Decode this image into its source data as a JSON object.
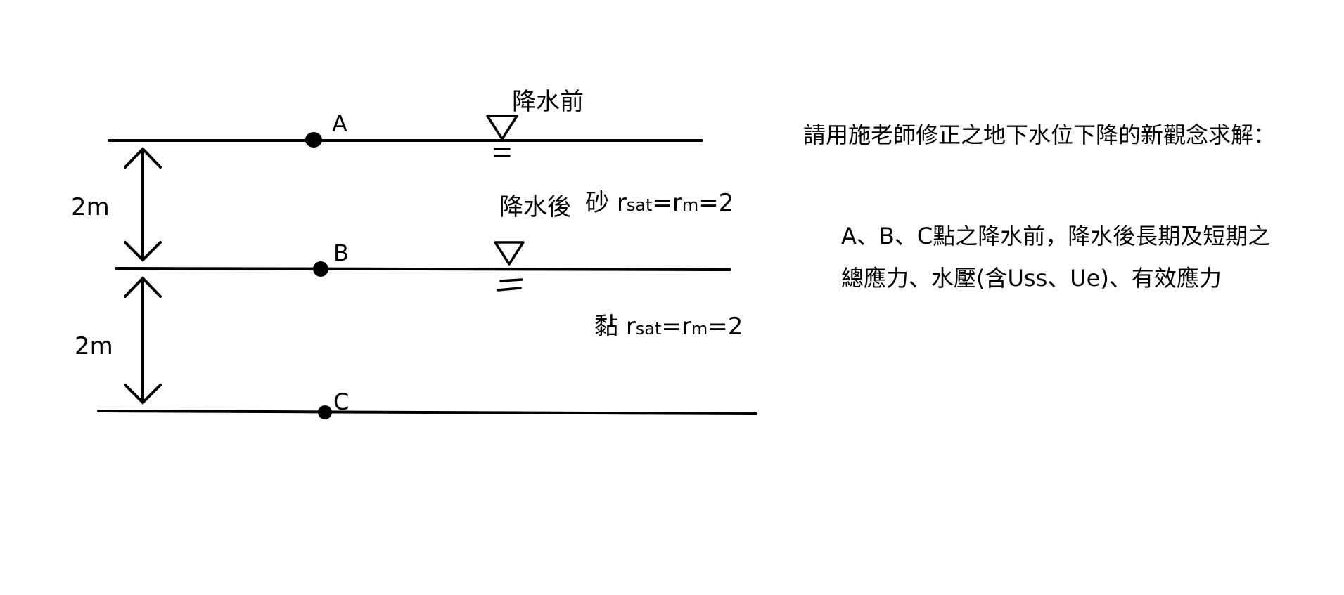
{
  "points": {
    "a": "A",
    "b": "B",
    "c": "C"
  },
  "thickness": {
    "upper": "2m",
    "lower": "2m"
  },
  "water_table": {
    "before": "降水前",
    "after": "降水後"
  },
  "layers": {
    "sand": {
      "name": "砂",
      "r": "r",
      "sat": "sat",
      "eq1": "=",
      "r2": "r",
      "m": "m",
      "eq2": "=2"
    },
    "clay": {
      "name": "黏",
      "r": "r",
      "sat": "sat",
      "eq1": "=",
      "r2": "r",
      "m": "m",
      "eq2": "=2"
    }
  },
  "question": {
    "title": "請用施老師修正之地下水位下降的新觀念求解：",
    "body": "A、B、C點之降水前，降水後長期及短期之總應力、水壓(含Uss、Ue)、有效應力"
  },
  "colors": {
    "ink": "#000000",
    "background": "#ffffff"
  }
}
